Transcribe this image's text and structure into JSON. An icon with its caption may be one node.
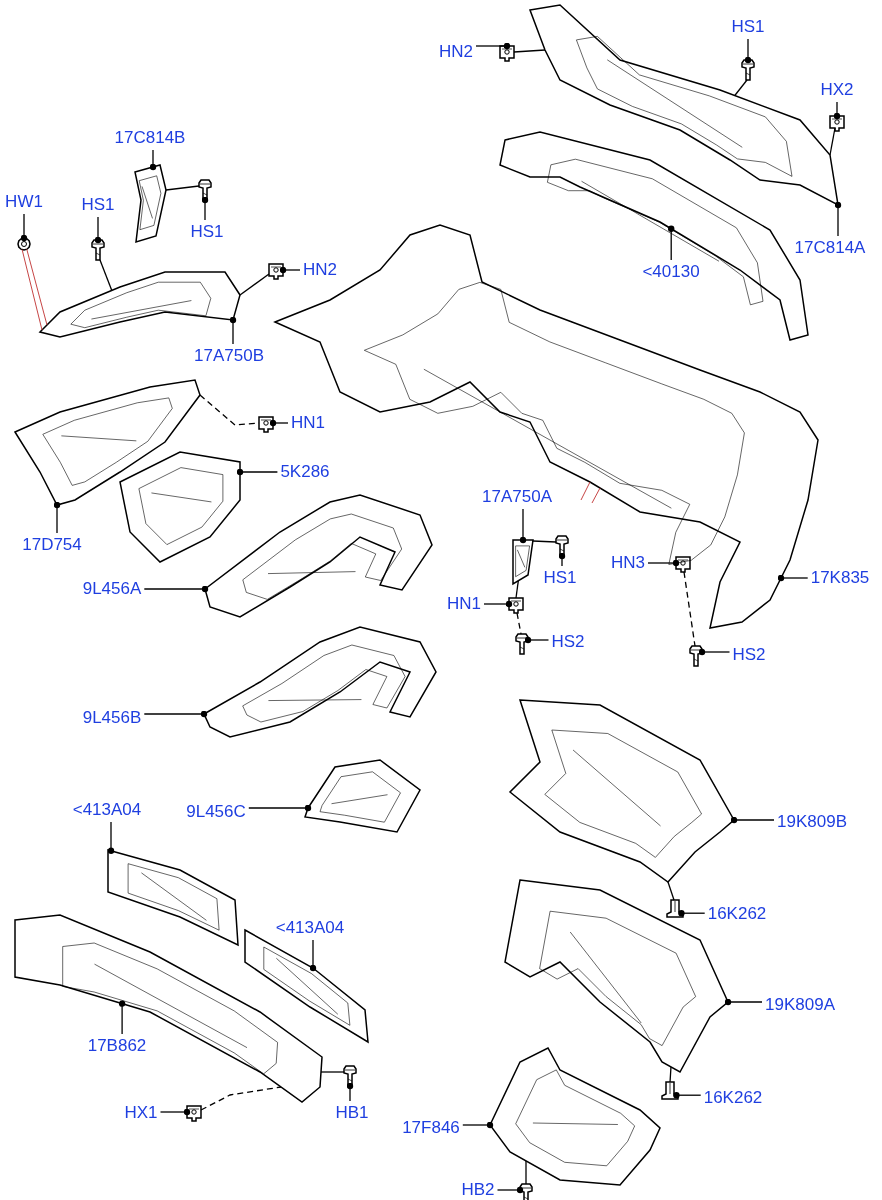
{
  "diagram": {
    "nodes": [
      {
        "text": [
          "HN2"
        ]
      },
      {
        "text": [
          "HS1"
        ]
      },
      {
        "text": [
          "HX2"
        ]
      },
      {
        "text": [
          "17C814A"
        ]
      },
      {
        "text": [
          "<40130"
        ]
      },
      {
        "text": [
          "17C814B"
        ]
      },
      {
        "text": [
          "HW1"
        ]
      },
      {
        "text": [
          "HS1"
        ]
      },
      {
        "text": [
          "HS1"
        ]
      },
      {
        "text": [
          "HN2"
        ]
      },
      {
        "text": [
          "17A750B"
        ]
      },
      {
        "text": [
          "HN1"
        ]
      },
      {
        "text": [
          "5K286"
        ]
      },
      {
        "text": [
          "17D754"
        ]
      },
      {
        "text": [
          "9L456A"
        ]
      },
      {
        "text": [
          "17A750A"
        ]
      },
      {
        "text": [
          "HS1"
        ]
      },
      {
        "text": [
          "HN1"
        ]
      },
      {
        "text": [
          "HS2"
        ]
      },
      {
        "text": [
          "HN3"
        ]
      },
      {
        "text": [
          "17K835"
        ]
      },
      {
        "text": [
          "HS2"
        ]
      },
      {
        "text": [
          "9L456B"
        ]
      },
      {
        "text": [
          "9L456C"
        ]
      },
      {
        "text": [
          "<413A04"
        ]
      },
      {
        "text": [
          "<413A04"
        ]
      },
      {
        "text": [
          "19K809B"
        ]
      },
      {
        "text": [
          "16K262"
        ]
      },
      {
        "text": [
          "19K809A"
        ]
      },
      {
        "text": [
          "16K262"
        ]
      },
      {
        "text": [
          "17B862"
        ]
      },
      {
        "text": [
          "HX1"
        ]
      },
      {
        "text": [
          "HB1"
        ]
      },
      {
        "text": [
          "17F846"
        ]
      },
      {
        "text": [
          "HB2"
        ]
      },
      {
        "text": [],
        "shape": "picture"
      },
      {
        "text": [],
        "shape": "picture"
      },
      {
        "text": [],
        "shape": "picture"
      },
      {
        "text": [],
        "shape": "picture"
      },
      {
        "text": [],
        "shape": "picture"
      },
      {
        "text": [],
        "shape": "picture"
      },
      {
        "text": [],
        "shape": "picture"
      },
      {
        "text": [],
        "shape": "picture"
      },
      {
        "text": [],
        "shape": "picture"
      },
      {
        "text": [],
        "shape": "picture"
      },
      {
        "text": [],
        "shape": "picture"
      },
      {
        "text": [],
        "shape": "picture"
      },
      {
        "text": [],
        "shape": "picture"
      },
      {
        "text": [],
        "shape": "picture"
      },
      {
        "text": [],
        "shape": "picture"
      },
      {
        "text": [],
        "shape": "picture"
      },
      {
        "text": [],
        "shape": "picture"
      },
      {
        "text": [],
        "shape": "picture"
      },
      {
        "text": [],
        "shape": "picture"
      },
      {
        "text": [],
        "shape": "picture"
      },
      {
        "text": [],
        "shape": "picture"
      },
      {
        "text": [],
        "shape": "picture"
      },
      {
        "text": [],
        "shape": "picture"
      },
      {
        "text": [],
        "shape": "picture"
      },
      {
        "text": [],
        "shape": "picture"
      },
      {
        "text": [],
        "shape": "picture"
      },
      {
        "text": [],
        "shape": "picture"
      },
      {
        "text": [],
        "shape": "picture"
      },
      {
        "text": [],
        "shape": "picture"
      },
      {
        "text": [],
        "shape": "picture"
      },
      {
        "text": [],
        "shape": "picture"
      },
      {
        "text": [],
        "shape": "picture"
      },
      {
        "text": [],
        "shape": "picture"
      },
      {
        "text": [],
        "shape": "picture"
      },
      {
        "text": [],
        "shape": "picture"
      }
    ],
    "edges": [
      {
        "from": 0,
        "to": 35,
        "arrow": "other"
      },
      {
        "from": 1,
        "to": 36,
        "arrow": "other"
      },
      {
        "from": 2,
        "to": 37,
        "arrow": "other"
      },
      {
        "from": 3,
        "to": 38,
        "arrow": "other"
      },
      {
        "from": 4,
        "to": 39,
        "arrow": "other"
      },
      {
        "from": 5,
        "to": 40,
        "arrow": "other"
      },
      {
        "from": 6,
        "to": 41,
        "arrow": "other"
      },
      {
        "from": 7,
        "to": 42,
        "arrow": "other"
      },
      {
        "from": 8,
        "to": 43,
        "arrow": "other"
      },
      {
        "from": 9,
        "to": 44,
        "arrow": "other"
      },
      {
        "from": 10,
        "to": 45,
        "arrow": "other"
      },
      {
        "from": 11,
        "to": 46,
        "arrow": "other"
      },
      {
        "from": 12,
        "to": 47,
        "arrow": "other"
      },
      {
        "from": 13,
        "to": 48,
        "arrow": "other"
      },
      {
        "from": 14,
        "to": 49,
        "arrow": "other"
      },
      {
        "from": 15,
        "to": 50,
        "arrow": "other"
      },
      {
        "from": 16,
        "to": 51,
        "arrow": "other"
      },
      {
        "from": 17,
        "to": 52,
        "arrow": "other"
      },
      {
        "from": 18,
        "to": 53,
        "arrow": "other"
      },
      {
        "from": 19,
        "to": 54,
        "arrow": "other"
      },
      {
        "from": 20,
        "to": 55,
        "arrow": "other"
      },
      {
        "from": 21,
        "to": 56,
        "arrow": "other"
      },
      {
        "from": 22,
        "to": 57,
        "arrow": "other"
      },
      {
        "from": 23,
        "to": 58,
        "arrow": "other"
      },
      {
        "from": 24,
        "to": 59,
        "arrow": "other"
      },
      {
        "from": 25,
        "to": 60,
        "arrow": "other"
      },
      {
        "from": 26,
        "to": 61,
        "arrow": "other"
      },
      {
        "from": 27,
        "to": 62,
        "arrow": "other"
      },
      {
        "from": 28,
        "to": 63,
        "arrow": "other"
      },
      {
        "from": 29,
        "to": 64,
        "arrow": "other"
      },
      {
        "from": 30,
        "to": 65,
        "arrow": "other"
      },
      {
        "from": 31,
        "to": 66,
        "arrow": "other"
      },
      {
        "from": 32,
        "to": 67,
        "arrow": "other"
      },
      {
        "from": 33,
        "to": 68,
        "arrow": "other"
      },
      {
        "from": 34,
        "to": 69,
        "arrow": "other"
      },
      {
        "from": 35,
        "to": 38,
        "arrow": "none"
      },
      {
        "from": 36,
        "to": 38,
        "arrow": "none"
      },
      {
        "from": 37,
        "to": 38,
        "arrow": "none"
      },
      {
        "from": 40,
        "to": 43,
        "arrow": "none"
      },
      {
        "from": 42,
        "to": 45,
        "arrow": "none"
      },
      {
        "from": 44,
        "to": 45,
        "arrow": "none"
      },
      {
        "from": 41,
        "to": 45,
        "arrow": "none",
        "color": "#c03030"
      },
      {
        "from": 41,
        "to": 45,
        "arrow": "none",
        "color": "#c03030"
      },
      {
        "from": 48,
        "to": 46,
        "arrow": "none",
        "style": "dashed"
      },
      {
        "from": 50,
        "to": 51,
        "arrow": "none"
      },
      {
        "from": 50,
        "to": 52,
        "arrow": "none"
      },
      {
        "from": 52,
        "to": 53,
        "arrow": "none",
        "style": "dashed"
      },
      {
        "from": 54,
        "to": 56,
        "arrow": "none",
        "style": "dashed"
      },
      {
        "from": 61,
        "to": 62,
        "arrow": "none"
      },
      {
        "from": 63,
        "to": 64,
        "arrow": "none"
      },
      {
        "from": 65,
        "to": 67,
        "arrow": "none"
      },
      {
        "from": 66,
        "to": 65,
        "arrow": "none",
        "style": "dashed"
      },
      {
        "from": 68,
        "to": 69,
        "arrow": "none"
      },
      {
        "from": 55,
        "to": null,
        "arrow": "none",
        "color": "#c03030"
      },
      {
        "from": 55,
        "to": null,
        "arrow": "none",
        "color": "#c03030"
      }
    ]
  }
}
